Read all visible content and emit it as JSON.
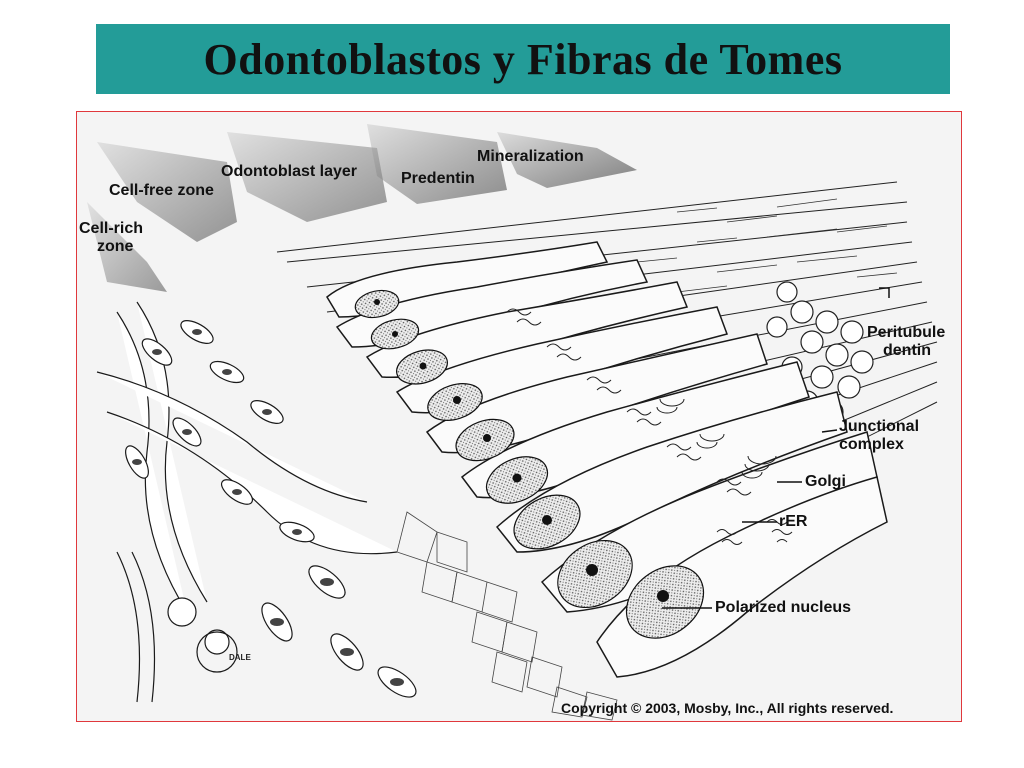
{
  "slide": {
    "title": "Odontoblastos y Fibras de Tomes",
    "colors": {
      "title_bar": "#239c98",
      "frame_border": "#e0383c"
    }
  },
  "figure": {
    "labels": {
      "mineralization": "Mineralization",
      "odontoblast_layer": "Odontoblast layer",
      "predentin": "Predentin",
      "cell_free_zone": "Cell-free zone",
      "cell_rich_zone_line1": "Cell-rich",
      "cell_rich_zone_line2": "zone",
      "peritubule_line1": "Peritubule",
      "peritubule_line2": "dentin",
      "junctional_line1": "Junctional",
      "junctional_line2": "complex",
      "golgi": "Golgi",
      "rer": "rER",
      "polarized_nucleus": "Polarized nucleus"
    },
    "artist_signature": "DALE",
    "copyright": "Copyright © 2003, Mosby, Inc., All rights reserved."
  }
}
